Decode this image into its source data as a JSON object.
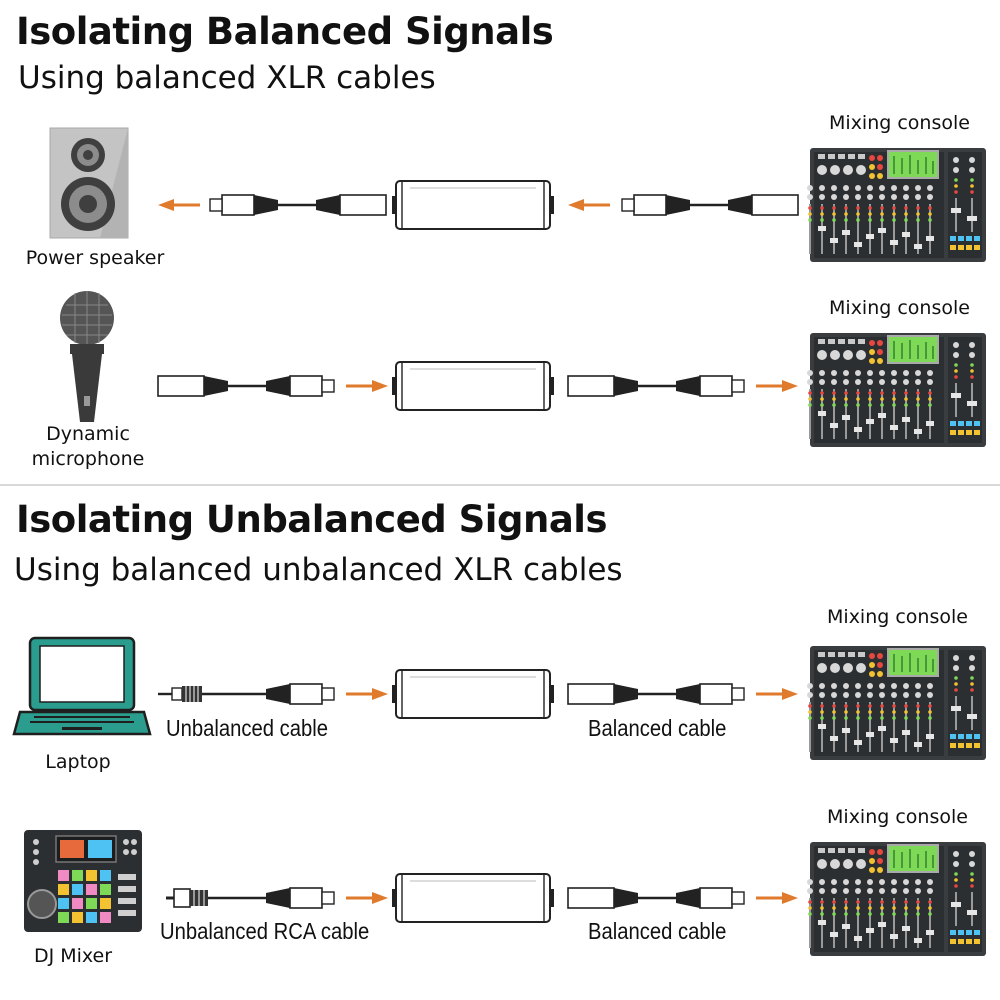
{
  "section_balanced": {
    "title": "Isolating Balanced Signals",
    "subtitle": "Using balanced XLR cables",
    "rows": [
      {
        "source": "Power speaker",
        "destination": "Mixing console"
      },
      {
        "source": "Dynamic microphone",
        "destination": "Mixing console"
      }
    ]
  },
  "section_unbalanced": {
    "title": "Isolating Unbalanced Signals",
    "subtitle": "Using balanced unbalanced XLR cables",
    "rows": [
      {
        "source": "Laptop",
        "destination": "Mixing console",
        "input_cable": "Unbalanced cable",
        "output_cable": "Balanced cable"
      },
      {
        "source": "DJ Mixer",
        "destination": "Mixing console",
        "input_cable": "Unbalanced RCA cable",
        "output_cable": "Balanced cable"
      }
    ]
  },
  "colors": {
    "arrow": "#e07a2c",
    "device_dark": "#3a3d40",
    "screen_green": "#7ed957"
  },
  "icons": [
    "speaker-icon",
    "microphone-icon",
    "laptop-icon",
    "dj-mixer-icon",
    "mixing-console-icon",
    "isolator-box-icon",
    "xlr-cable-icon",
    "jack-cable-icon",
    "rca-cable-icon",
    "arrow-icon"
  ]
}
